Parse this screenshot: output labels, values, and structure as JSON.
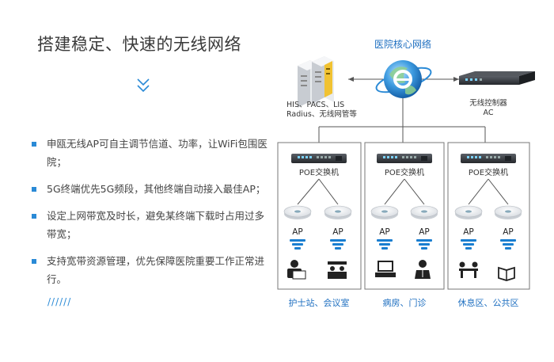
{
  "title": "搭建稳定、快速的无线网络",
  "decor": "//////",
  "bullets": [
    "申瓯无线AP可自主调节信道、功率，让WiFi包围医院；",
    "5G终端优先5G频段，其他终端自动接入最佳AP；",
    "设定上网带宽及时长，避免某终端下载时占用过多带宽；",
    "支持宽带资源管理，优先保障医院重要工作正常进行。"
  ],
  "diagram": {
    "core_label": "医院核心网络",
    "servers_label_1": "HIS、PACS、LIS",
    "servers_label_2": "Radius、无线网管等",
    "controller_label_1": "无线控制器",
    "controller_label_2": "AC",
    "switch_label": "POE交换机",
    "ap_label": "AP",
    "zones": [
      "护士站、会议室",
      "病房、门诊",
      "休息区、公共区"
    ]
  },
  "colors": {
    "accent": "#2a8ad6",
    "zone_text": "#1e6fc0",
    "line": "#555555"
  }
}
